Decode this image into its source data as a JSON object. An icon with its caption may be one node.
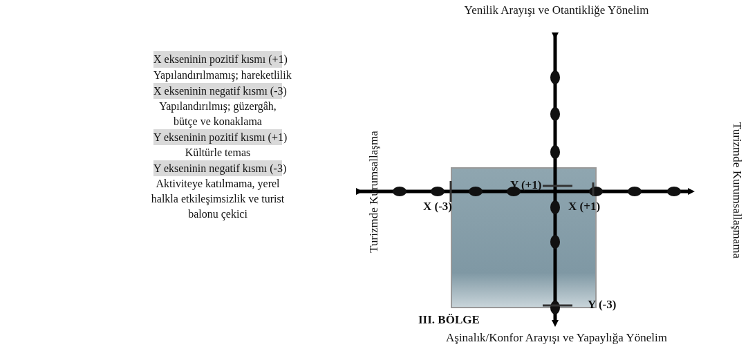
{
  "diagram": {
    "nodes": [
      {
        "text": [
          "III. BÖLGE"
        ]
      }
    ],
    "labels": [
      "X ekseninin pozitif kısmı (+1)",
      "Yapılandırılmamış; hareketlilik",
      "X ekseninin negatif kısmı (-3)",
      "Yapılandırılmış; güzergâh, bütçe ve konaklama",
      "Y ekseninin pozitif kısmı (+1)",
      "Kültürle temas",
      "Y ekseninin negatif kısmı (-3)",
      "Aktiviteye katılmama, yerel halkla etkileşimsizlik ve turist balonu çekici",
      "Yenilik Arayışı ve Otantikliğe Yönelim",
      "Aşinalık/Konfor Arayışı ve Yapaylığa Yönelim",
      "Turizmde Kurumsallaşma",
      "Turizmde Kurumsallaşmama",
      "Y (+1)",
      "X (-3)",
      "X (+1)",
      "Y (-3)"
    ]
  }
}
